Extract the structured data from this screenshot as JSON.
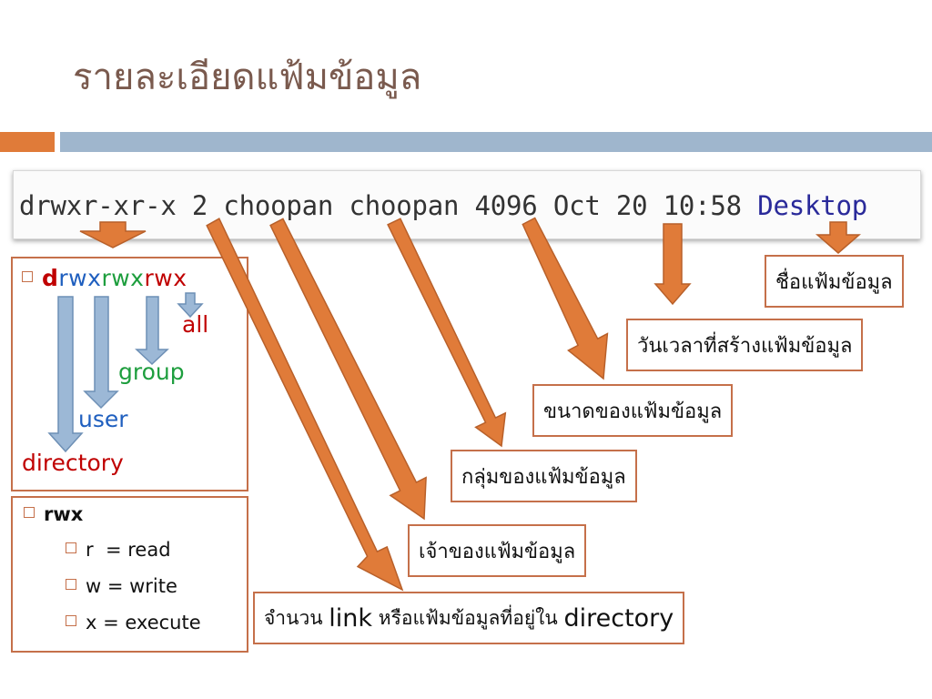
{
  "title": "รายละเอียดแฟ้มข้อมูล",
  "terminal": {
    "line": "drwxr-xr-x 2 choopan choopan 4096 Oct 20 10:58 ",
    "filename": "Desktop"
  },
  "permissions": {
    "d": "d",
    "user": "rwx",
    "group": "rwx",
    "other": "rwx",
    "label_all": "all",
    "label_group": "group",
    "label_user": "user",
    "label_directory": "directory"
  },
  "rwx": {
    "title": "rwx",
    "items": [
      "r  = read",
      "w = write",
      "x = execute"
    ]
  },
  "labels": {
    "filename": "ชื่อแฟ้มข้อมูล",
    "datetime": "วันเวลาที่สร้างแฟ้มข้อมูล",
    "size": "ขนาดของแฟ้มข้อมูล",
    "group": "กลุ่มของแฟ้มข้อมูล",
    "owner": "เจ้าของแฟ้มข้อมูล",
    "links_prefix": "จำนวน",
    "links_word": "link",
    "links_mid": "หรือแฟ้มข้อมูลที่อยู่ใน",
    "links_suffix": "directory"
  },
  "colors": {
    "accent_orange": "#e07b39",
    "accent_blue": "#9fb6cd",
    "arrow_orange": "#e07b39",
    "arrow_blue": "#9cb8d6",
    "box_border": "#c5704a"
  }
}
